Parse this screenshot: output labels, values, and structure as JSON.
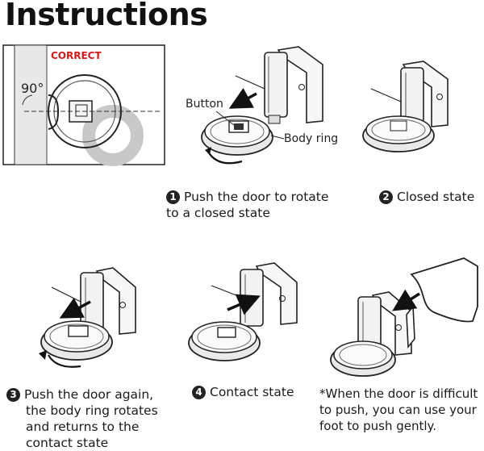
{
  "title": "Instructions",
  "correct_label": "CORRECT",
  "angle_label": "90°",
  "labels": {
    "button": "Button",
    "body_ring": "Body ring"
  },
  "steps": [
    {
      "number": "1",
      "text": [
        "Push the door to rotate",
        "to a closed state"
      ]
    },
    {
      "number": "2",
      "text": [
        "Closed state"
      ]
    },
    {
      "number": "3",
      "text": [
        "Push the door again,",
        "the body ring rotates",
        "and returns to the",
        "contact state"
      ]
    },
    {
      "number": "4",
      "text": [
        "Contact state"
      ]
    }
  ],
  "note": [
    "*When the door is difficult",
    "to push, you can use your",
    "foot to push gently."
  ]
}
